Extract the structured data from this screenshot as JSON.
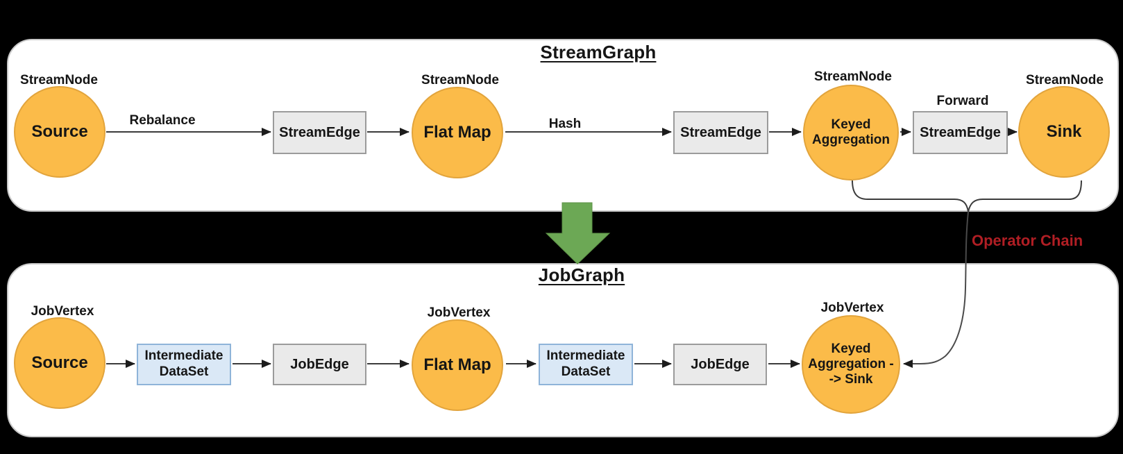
{
  "stream_graph": {
    "title": "StreamGraph",
    "nodes": [
      {
        "type": "StreamNode",
        "label": "Source"
      },
      {
        "type": "StreamNode",
        "label": "Flat Map"
      },
      {
        "type": "StreamNode",
        "label": "Keyed Aggregation"
      },
      {
        "type": "StreamNode",
        "label": "Sink"
      }
    ],
    "edges": [
      {
        "label": "Rebalance",
        "box": "StreamEdge"
      },
      {
        "label": "Hash",
        "box": "StreamEdge"
      },
      {
        "label": "Forward",
        "box": "StreamEdge"
      }
    ]
  },
  "job_graph": {
    "title": "JobGraph",
    "nodes": [
      {
        "type": "JobVertex",
        "label": "Source"
      },
      {
        "type": "JobVertex",
        "label": "Flat Map"
      },
      {
        "type": "JobVertex",
        "label": "Keyed Aggregation --> Sink"
      }
    ],
    "datasets": [
      {
        "label": "Intermediate DataSet"
      },
      {
        "label": "Intermediate DataSet"
      }
    ],
    "edges": [
      {
        "box": "JobEdge"
      },
      {
        "box": "JobEdge"
      }
    ]
  },
  "annotations": {
    "operator_chain": "Operator Chain"
  },
  "colors": {
    "node_fill": "#FBBB49",
    "node_border": "#E2A43C",
    "edge_box_fill": "#EAEAEA",
    "edge_box_border": "#9B9B9B",
    "dataset_fill": "#DAE8F6",
    "dataset_border": "#8FB4D9",
    "transform_arrow": "#6CA855",
    "operator_chain_text": "#B01E24"
  }
}
